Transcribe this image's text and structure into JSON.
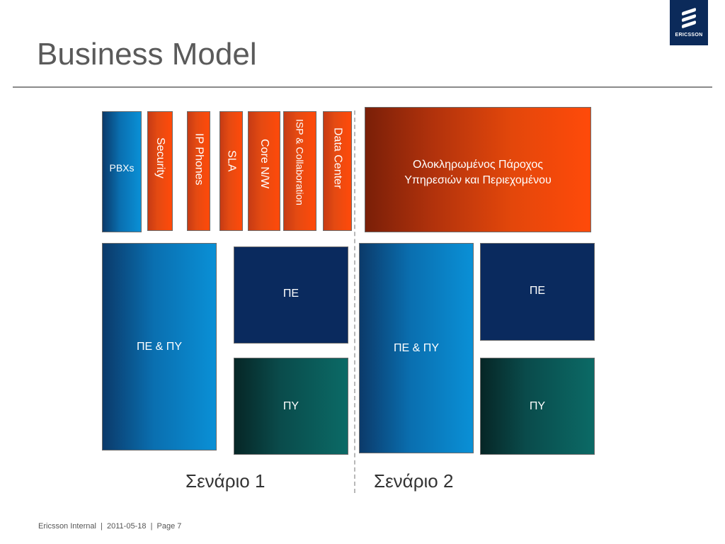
{
  "slide": {
    "title": "Business Model",
    "logo_text": "ERICSSON"
  },
  "top_row": {
    "pbxs": "PBXs",
    "security": "Security",
    "ip_phones": "IP Phones",
    "sla": "SLA",
    "core_nw": "Core N/W",
    "isp_collab": "ISP & Collaboration",
    "data_center": "Data Center",
    "integrated_provider": "Ολοκληρωμένος Πάροχος Υπηρεσιών και Περιεχομένου"
  },
  "scenario1": {
    "pe_py": "ΠΕ & ΠΥ",
    "pe": "ΠΕ",
    "py": "ΠΥ",
    "label": "Σενάριο 1"
  },
  "scenario2": {
    "pe_py": "ΠΕ & ΠΥ",
    "pe": "ΠΕ",
    "py": "ΠΥ",
    "label": "Σενάριο 2"
  },
  "footer": {
    "text": "Ericsson Internal  |  2011-05-18  |  Page 7"
  },
  "colors": {
    "blue": "#0a90d6",
    "orange": "#ff4a0a",
    "navy": "#0a2a5e",
    "teal": "#0b6a66",
    "logo": "#0b2a5a"
  }
}
